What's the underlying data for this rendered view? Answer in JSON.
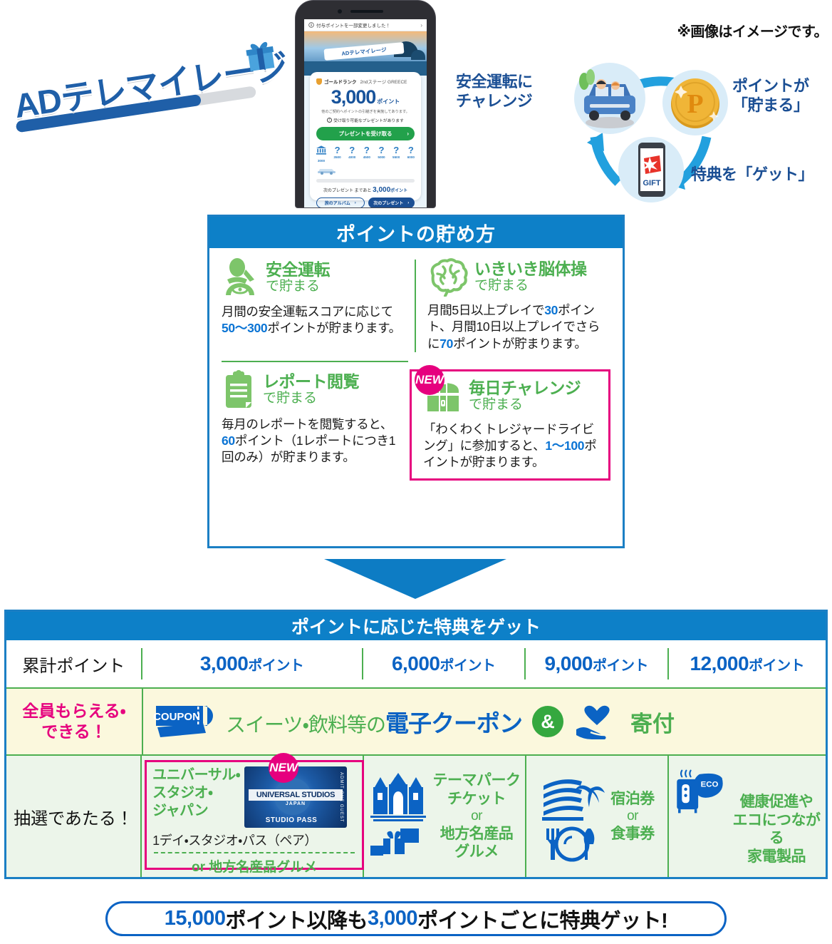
{
  "logo": {
    "brand": "ADテレマイレージ",
    "gift_icon": "gift-box-icon"
  },
  "phone": {
    "notice": "付与ポイントを一部変更しました！",
    "hero_logo": "ADテレマイレージ",
    "rank": "ゴールドランク",
    "stage": "2ndステージ GREECE",
    "points": "3,000",
    "points_unit": "ポイント",
    "note": "他のご契約へポイントの引継ぎを実施してあります。",
    "alert": "受け取り可能なプレゼントがあります",
    "cta": "プレゼントを受け取る",
    "steps": [
      {
        "mark": "bank-icon",
        "label": "3000"
      },
      {
        "mark": "?",
        "label": "3500"
      },
      {
        "mark": "?",
        "label": "4000"
      },
      {
        "mark": "?",
        "label": "4500"
      },
      {
        "mark": "?",
        "label": "5000"
      },
      {
        "mark": "?",
        "label": "5500"
      },
      {
        "mark": "?",
        "label": "6000"
      }
    ],
    "next_prefix": "次のプレゼント まであと",
    "next_points": "3,000",
    "next_unit": "ポイント",
    "btn_album": "旅のアルバム",
    "btn_next": "次のプレゼント"
  },
  "image_note": "※画像はイメージです。",
  "cycle": {
    "labels": [
      "安全運転に\nチャレンジ",
      "ポイントが\n「貯まる」",
      "特典を「ゲット」"
    ],
    "label_drive_l1": "安全運転に",
    "label_drive_l2": "チャレンジ",
    "label_point_l1": "ポイントが",
    "label_point_l2": "「貯まる」",
    "label_get": "特典を「ゲット」",
    "icons": [
      "car-family-icon",
      "point-coin-icon",
      "gift-phone-icon"
    ],
    "gift_text": "GIFT"
  },
  "howto": {
    "title": "ポイントの貯め方",
    "items": [
      {
        "icon": "safe-driving-icon",
        "title": "安全運転",
        "subtitle": "で貯まる",
        "desc_pre": "月間の安全運転スコアに応じて",
        "desc_bold": "50〜300",
        "desc_post": "ポイントが貯まります。",
        "new": false
      },
      {
        "icon": "brain-icon",
        "title": "いきいき脳体操",
        "subtitle": "で貯まる",
        "desc_pre": "月間5日以上プレイで",
        "desc_bold": "30",
        "desc_mid": "ポイント、月間10日以上プレイでさらに",
        "desc_bold2": "70",
        "desc_post": "ポイントが貯まります。",
        "new": false
      },
      {
        "icon": "report-clipboard-icon",
        "title": "レポート閲覧",
        "subtitle": "で貯まる",
        "desc_pre": "毎月のレポートを閲覧すると、",
        "desc_bold": "60",
        "desc_post": "ポイント（1レポートにつき1回のみ）が貯まります。",
        "new": false
      },
      {
        "icon": "treasure-chest-icon",
        "title": "毎日チャレンジ",
        "subtitle": "で貯まる",
        "desc_pre": "「わくわくトレジャードライビング」に参加すると、",
        "desc_bold": "1〜100",
        "desc_post": "ポイントが貯まります。",
        "new": true
      }
    ],
    "new_badge": "NEW"
  },
  "rewards": {
    "title": "ポイントに応じた特典をゲット",
    "row_labels": {
      "tier": "累計ポイント",
      "everyone_l1": "全員もらえる・",
      "everyone_l2": "できる！",
      "lottery": "抽選であたる！"
    },
    "tiers": [
      "3,000",
      "6,000",
      "9,000",
      "12,000"
    ],
    "tier_unit": "ポイント",
    "coupon": {
      "icon": "coupon-ticket-icon",
      "text_pre": "スイーツ・飲料等の",
      "text_bold": "電子クーポン",
      "amp": "&",
      "donate_icon": "heart-hand-icon",
      "donate_text": "寄付"
    },
    "prizes": [
      {
        "new_badge": "NEW",
        "name_l1": "ユニバーサル・",
        "name_l2": "スタジオ・",
        "name_l3": "ジャパン",
        "pass_brand": "UNIVERSAL STUDIOS",
        "pass_country": "JAPAN",
        "pass_type": "STUDIO PASS",
        "pass_side": "ADMIT ONE GUEST",
        "sub": "1デイ・スタジオ・パス（ペア）",
        "alt": "or 地方名産品グルメ"
      },
      {
        "icon_top": "castle-themepark-icon",
        "icon_bottom": "local-gourmet-gift-icon",
        "line1": "テーマパーク",
        "line2": "チケット",
        "or": "or",
        "line3": "地方名産品",
        "line4": "グルメ"
      },
      {
        "icon_top": "hotel-resort-icon",
        "icon_bottom": "dining-cutlery-icon",
        "line1": "宿泊券",
        "or": "or",
        "line2": "食事券"
      },
      {
        "icon_top": "eco-appliance-icon",
        "line1": "健康促進や",
        "line2": "エコにつながる",
        "line3": "家電製品"
      }
    ]
  },
  "footer": {
    "part1": "15,000",
    "part2": "ポイント以降も",
    "part3": "3,000",
    "part4": "ポイントごとに特典ゲット!"
  }
}
